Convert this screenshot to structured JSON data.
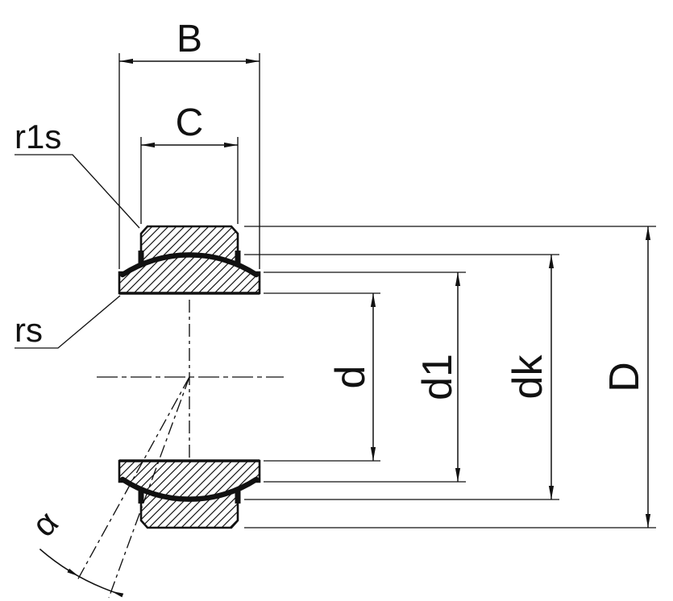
{
  "drawing": {
    "background": "#ffffff",
    "ink": "#111111",
    "labels": {
      "bearing_width": "B",
      "outer_ring_width": "C",
      "outer_ring_chamfer": "r1s",
      "inner_ring_chamfer": "rs",
      "bore_diameter": "d",
      "shoulder_diameter": "d1",
      "sphere_diameter": "dk",
      "outside_diameter": "D",
      "misalignment_angle": "α"
    }
  }
}
